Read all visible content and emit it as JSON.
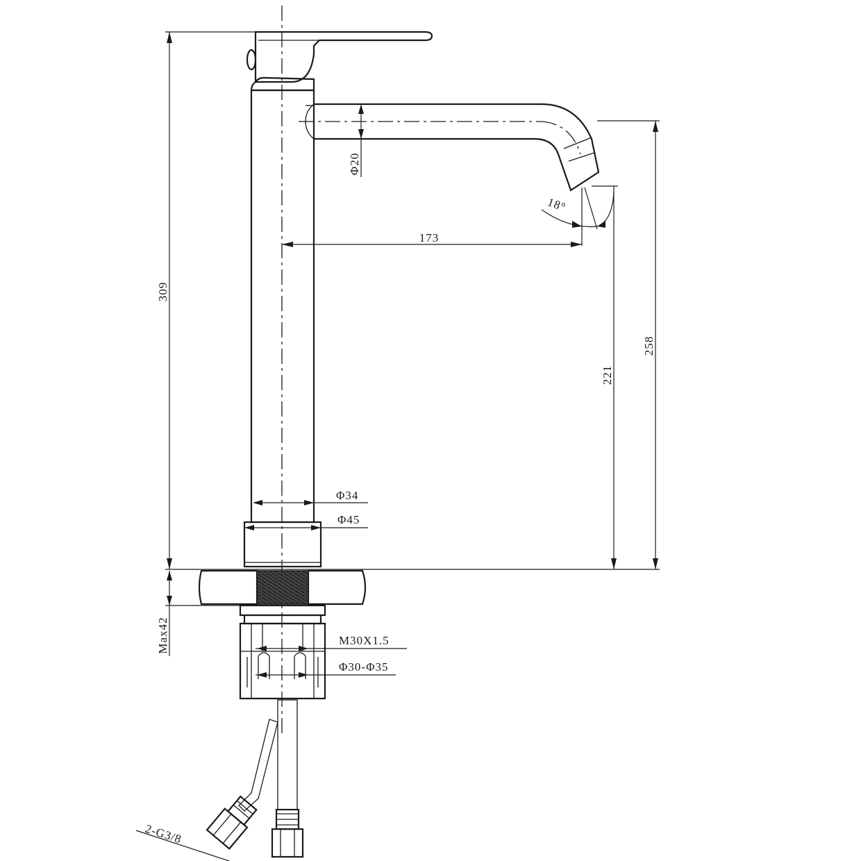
{
  "drawing": {
    "labels": {
      "height_total": "309",
      "spout_diameter": "Φ20",
      "angle": "18°",
      "reach": "173",
      "outlet_height": "221",
      "spout_height": "258",
      "body_diameter": "Φ34",
      "base_diameter": "Φ45",
      "max_thickness": "Max42",
      "thread": "M30X1.5",
      "hole_range": "Φ30-Φ35",
      "hose_connection": "2-G3/8"
    },
    "colors": {
      "line": "#1a1a1a",
      "background": "#ffffff",
      "thread_fill": "#444444"
    }
  }
}
